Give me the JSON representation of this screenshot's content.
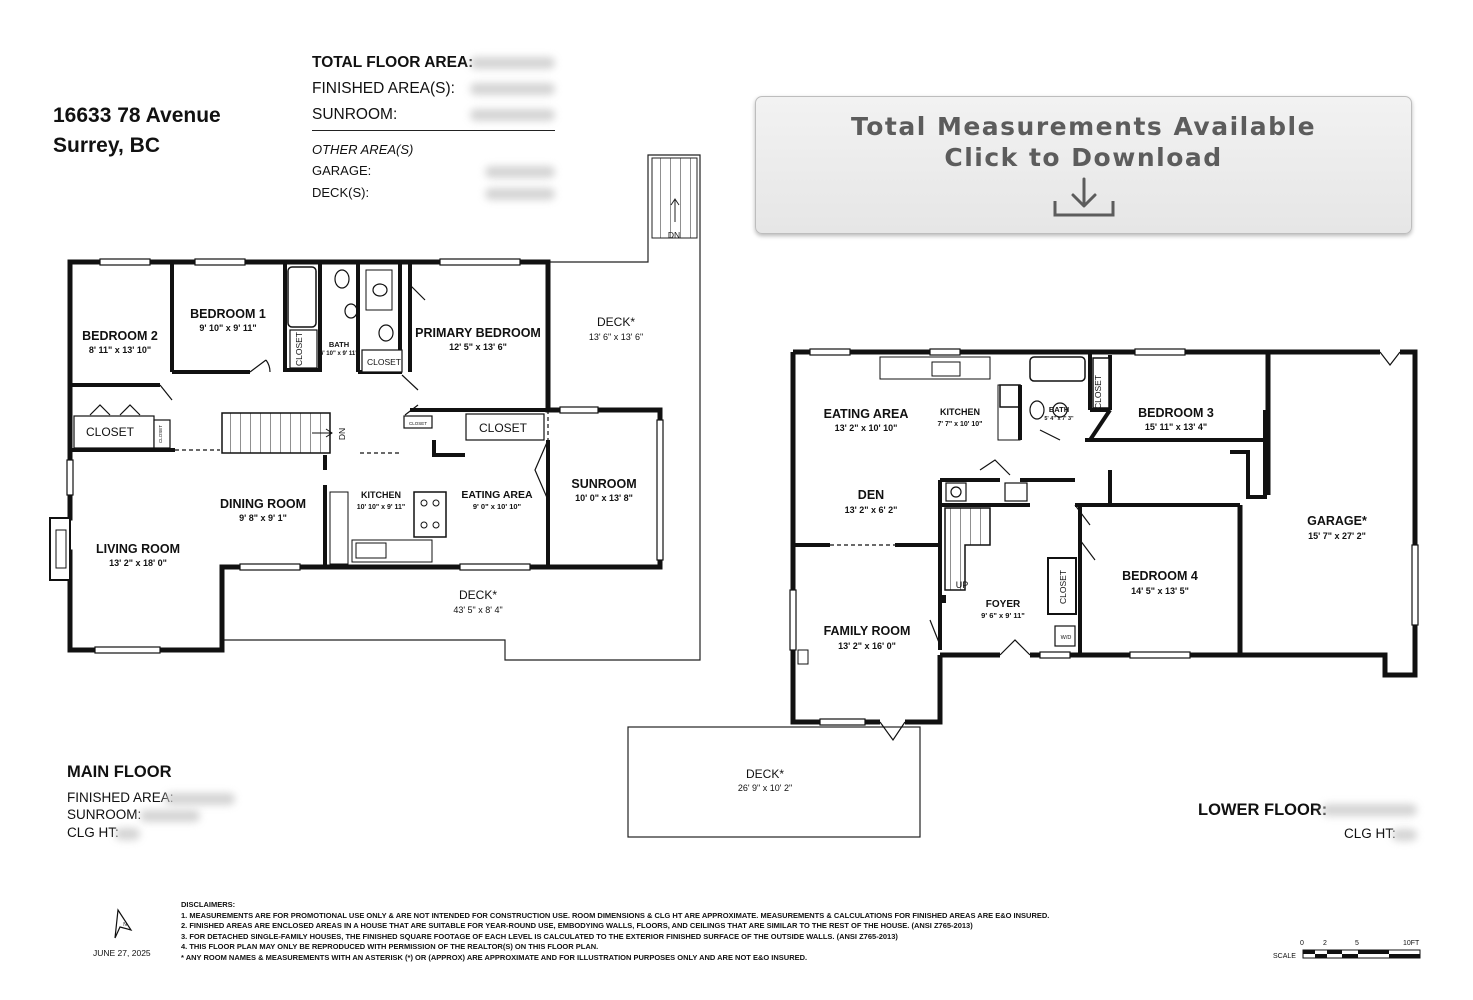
{
  "address": {
    "line1": "16633 78 Avenue",
    "line2": "Surrey, BC"
  },
  "areas": {
    "total_label": "TOTAL FLOOR AREA:",
    "finished_label": "FINISHED AREA(S):",
    "sunroom_label": "SUNROOM:",
    "other_label": "OTHER AREA(S)",
    "garage_label": "GARAGE:",
    "deck_label": "DECK(S):"
  },
  "banner": {
    "line1": "Total Measurements Available",
    "line2": "Click to Download",
    "icon": "download-icon"
  },
  "main_floor": {
    "title": "MAIN FLOOR",
    "finished_label": "FINISHED AREA:",
    "sunroom_label": "SUNROOM:",
    "clg_label": "CLG HT:",
    "rooms": {
      "bedroom2": {
        "name": "BEDROOM 2",
        "dim": "8' 11\" x 13' 10\""
      },
      "bedroom1": {
        "name": "BEDROOM 1",
        "dim": "9' 10\" x 9' 11\""
      },
      "bath": {
        "name": "BATH",
        "dim": "6' 10\" x 9' 11\""
      },
      "primary": {
        "name": "PRIMARY BEDROOM",
        "dim": "12' 5\" x 13' 6\""
      },
      "deck_upper": {
        "name": "DECK*",
        "dim": "13' 6\" x 13' 6\""
      },
      "dining": {
        "name": "DINING ROOM",
        "dim": "9' 8\" x 9' 1\""
      },
      "kitchen": {
        "name": "KITCHEN",
        "dim": "10' 10\" x 9' 11\""
      },
      "eating": {
        "name": "EATING AREA",
        "dim": "9' 0\" x 10' 10\""
      },
      "sunroom": {
        "name": "SUNROOM",
        "dim": "10' 0\" x 13' 8\""
      },
      "living": {
        "name": "LIVING ROOM",
        "dim": "13' 2\" x 18' 0\""
      },
      "deck_lower": {
        "name": "DECK*",
        "dim": "43' 5\" x 8' 4\""
      },
      "closet_big": "CLOSET",
      "closet_hall": "CLOSET",
      "closet_bed1": "CLOSET",
      "closet_bath": "CLOSET",
      "closet_small_a": "CLOSET",
      "closet_small_b": "CLOSET",
      "dn1": "DN",
      "dn2": "DN"
    }
  },
  "lower_floor": {
    "title": "LOWER FLOOR:",
    "clg_label": "CLG HT:",
    "rooms": {
      "eating": {
        "name": "EATING AREA",
        "dim": "13' 2\" x 10' 10\""
      },
      "kitchen": {
        "name": "KITCHEN",
        "dim": "7' 7\" x 10' 10\""
      },
      "bath": {
        "name": "BATH",
        "dim": "5' 4\" x 7' 3\""
      },
      "bedroom3": {
        "name": "BEDROOM 3",
        "dim": "15' 11\" x 13' 4\""
      },
      "den": {
        "name": "DEN",
        "dim": "13' 2\" x 6' 2\""
      },
      "garage": {
        "name": "GARAGE*",
        "dim": "15' 7\" x 27' 2\""
      },
      "bedroom4": {
        "name": "BEDROOM 4",
        "dim": "14' 5\" x 13' 5\""
      },
      "foyer": {
        "name": "FOYER",
        "dim": "9' 6\" x 9' 11\""
      },
      "family": {
        "name": "FAMILY ROOM",
        "dim": "13' 2\" x 16' 0\""
      },
      "deck": {
        "name": "DECK*",
        "dim": "26' 9\" x 10' 2\""
      },
      "closet_a": "CLOSET",
      "closet_b": "CLOSET",
      "up": "UP",
      "wd": "W/D"
    }
  },
  "disclaimer": {
    "title": "DISCLAIMERS:",
    "lines": [
      "1. MEASUREMENTS ARE FOR PROMOTIONAL USE ONLY & ARE NOT INTENDED FOR CONSTRUCTION USE. ROOM DIMENSIONS & CLG HT ARE APPROXIMATE. MEASUREMENTS & CALCULATIONS FOR FINISHED AREAS ARE E&O INSURED.",
      "2. FINISHED AREAS ARE ENCLOSED AREAS IN A HOUSE THAT ARE SUITABLE FOR YEAR-ROUND USE, EMBODYING WALLS, FLOORS, AND CEILINGS THAT ARE SIMILAR TO THE REST OF THE HOUSE. (ANSI Z765-2013)",
      "3. FOR DETACHED SINGLE-FAMILY HOUSES, THE FINISHED SQUARE FOOTAGE OF EACH LEVEL IS CALCULATED TO THE EXTERIOR FINISHED SURFACE OF THE OUTSIDE WALLS. (ANSI Z765-2013)",
      "4. THIS FLOOR PLAN MAY ONLY BE REPRODUCED WITH PERMISSION OF THE REALTOR(S) ON THIS FLOOR PLAN.",
      "* ANY ROOM NAMES & MEASUREMENTS WITH AN ASTERISK (*) OR (APPROX) ARE APPROXIMATE AND FOR ILLUSTRATION PURPOSES ONLY AND ARE NOT E&O INSURED."
    ]
  },
  "date": "JUNE 27, 2025",
  "north_label": "N",
  "scale": {
    "label": "SCALE",
    "ticks": [
      "0",
      "2",
      "5",
      "10FT"
    ]
  }
}
